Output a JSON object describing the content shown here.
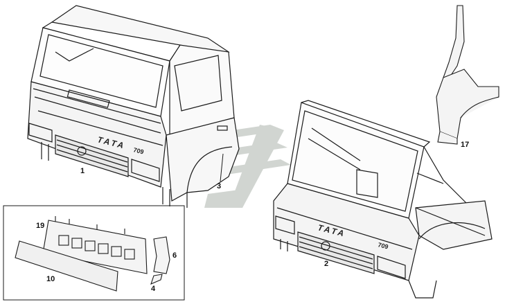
{
  "diagram": {
    "callouts": {
      "cab_assembly": "1",
      "cab_skeleton": "2",
      "wheel_arch": "3",
      "trim_strip": "4",
      "corner_panel": "6",
      "bumper_strip": "10",
      "pillar_bracket": "17",
      "front_grille": "19"
    },
    "badges": {
      "brand_front": "TATA",
      "model_front": "709",
      "brand_frame": "TATA",
      "model_frame": "709"
    }
  }
}
